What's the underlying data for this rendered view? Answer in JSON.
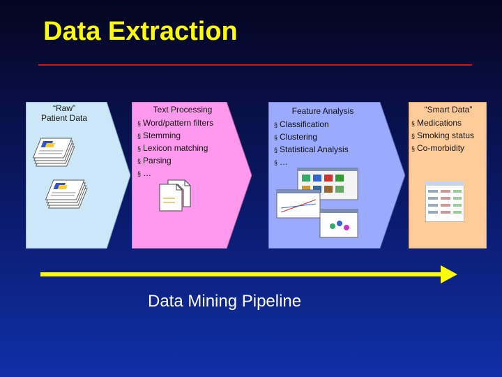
{
  "title": "Data Extraction",
  "colors": {
    "title": "#ffff00",
    "title_rule": "#cc1a1a",
    "stage1": "#cce8f8",
    "stage2": "#ff99ee",
    "stage3": "#99aaff",
    "stage4": "#ffcc99",
    "pipeline_arrow": "#ffff00"
  },
  "stages": [
    {
      "heading_line1": "“Raw”",
      "heading_line2": "Patient Data",
      "bullets": []
    },
    {
      "heading": "Text Processing",
      "bullets": [
        "Word/pattern filters",
        "Stemming",
        "Lexicon matching",
        "Parsing",
        "…"
      ]
    },
    {
      "heading": "Feature Analysis",
      "bullets": [
        "Classification",
        "Clustering",
        "Statistical Analysis",
        "…"
      ]
    },
    {
      "heading": "“Smart Data”",
      "bullets": [
        "Medications",
        "Smoking status",
        "Co-morbidity"
      ]
    }
  ],
  "bullet_glyph": "§",
  "pipeline_label": "Data Mining Pipeline",
  "icons": [
    "paper-stack-icon",
    "paper-stack-icon",
    "documents-icon",
    "analysis-screenshots-icon",
    "data-table-icon"
  ]
}
